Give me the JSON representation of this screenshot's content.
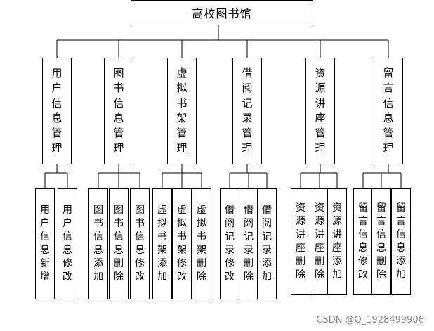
{
  "root": {
    "label": "高校图书馆"
  },
  "groups": [
    {
      "label": "用户信息管理",
      "children": [
        "用户信息新增",
        "用户信息修改"
      ]
    },
    {
      "label": "图书信息管理",
      "children": [
        "图书信息添加",
        "图书信息删除",
        "图书信息修改"
      ]
    },
    {
      "label": "虚拟书架管理",
      "children": [
        "虚拟书架添加",
        "虚拟书架修改",
        "虚拟书架删除"
      ]
    },
    {
      "label": "借阅记录管理",
      "children": [
        "借阅记录修改",
        "借阅记录删除",
        "借阅记录添加"
      ]
    },
    {
      "label": "资源讲座管理",
      "children": [
        "资源讲座删除",
        "资源讲座删除",
        "资源讲座添加"
      ]
    },
    {
      "label": "留言信息管理",
      "children": [
        "留言信息修改",
        "留言信息删除",
        "留言信息添加"
      ]
    }
  ],
  "watermark": "CSDN @Q_1928499906"
}
